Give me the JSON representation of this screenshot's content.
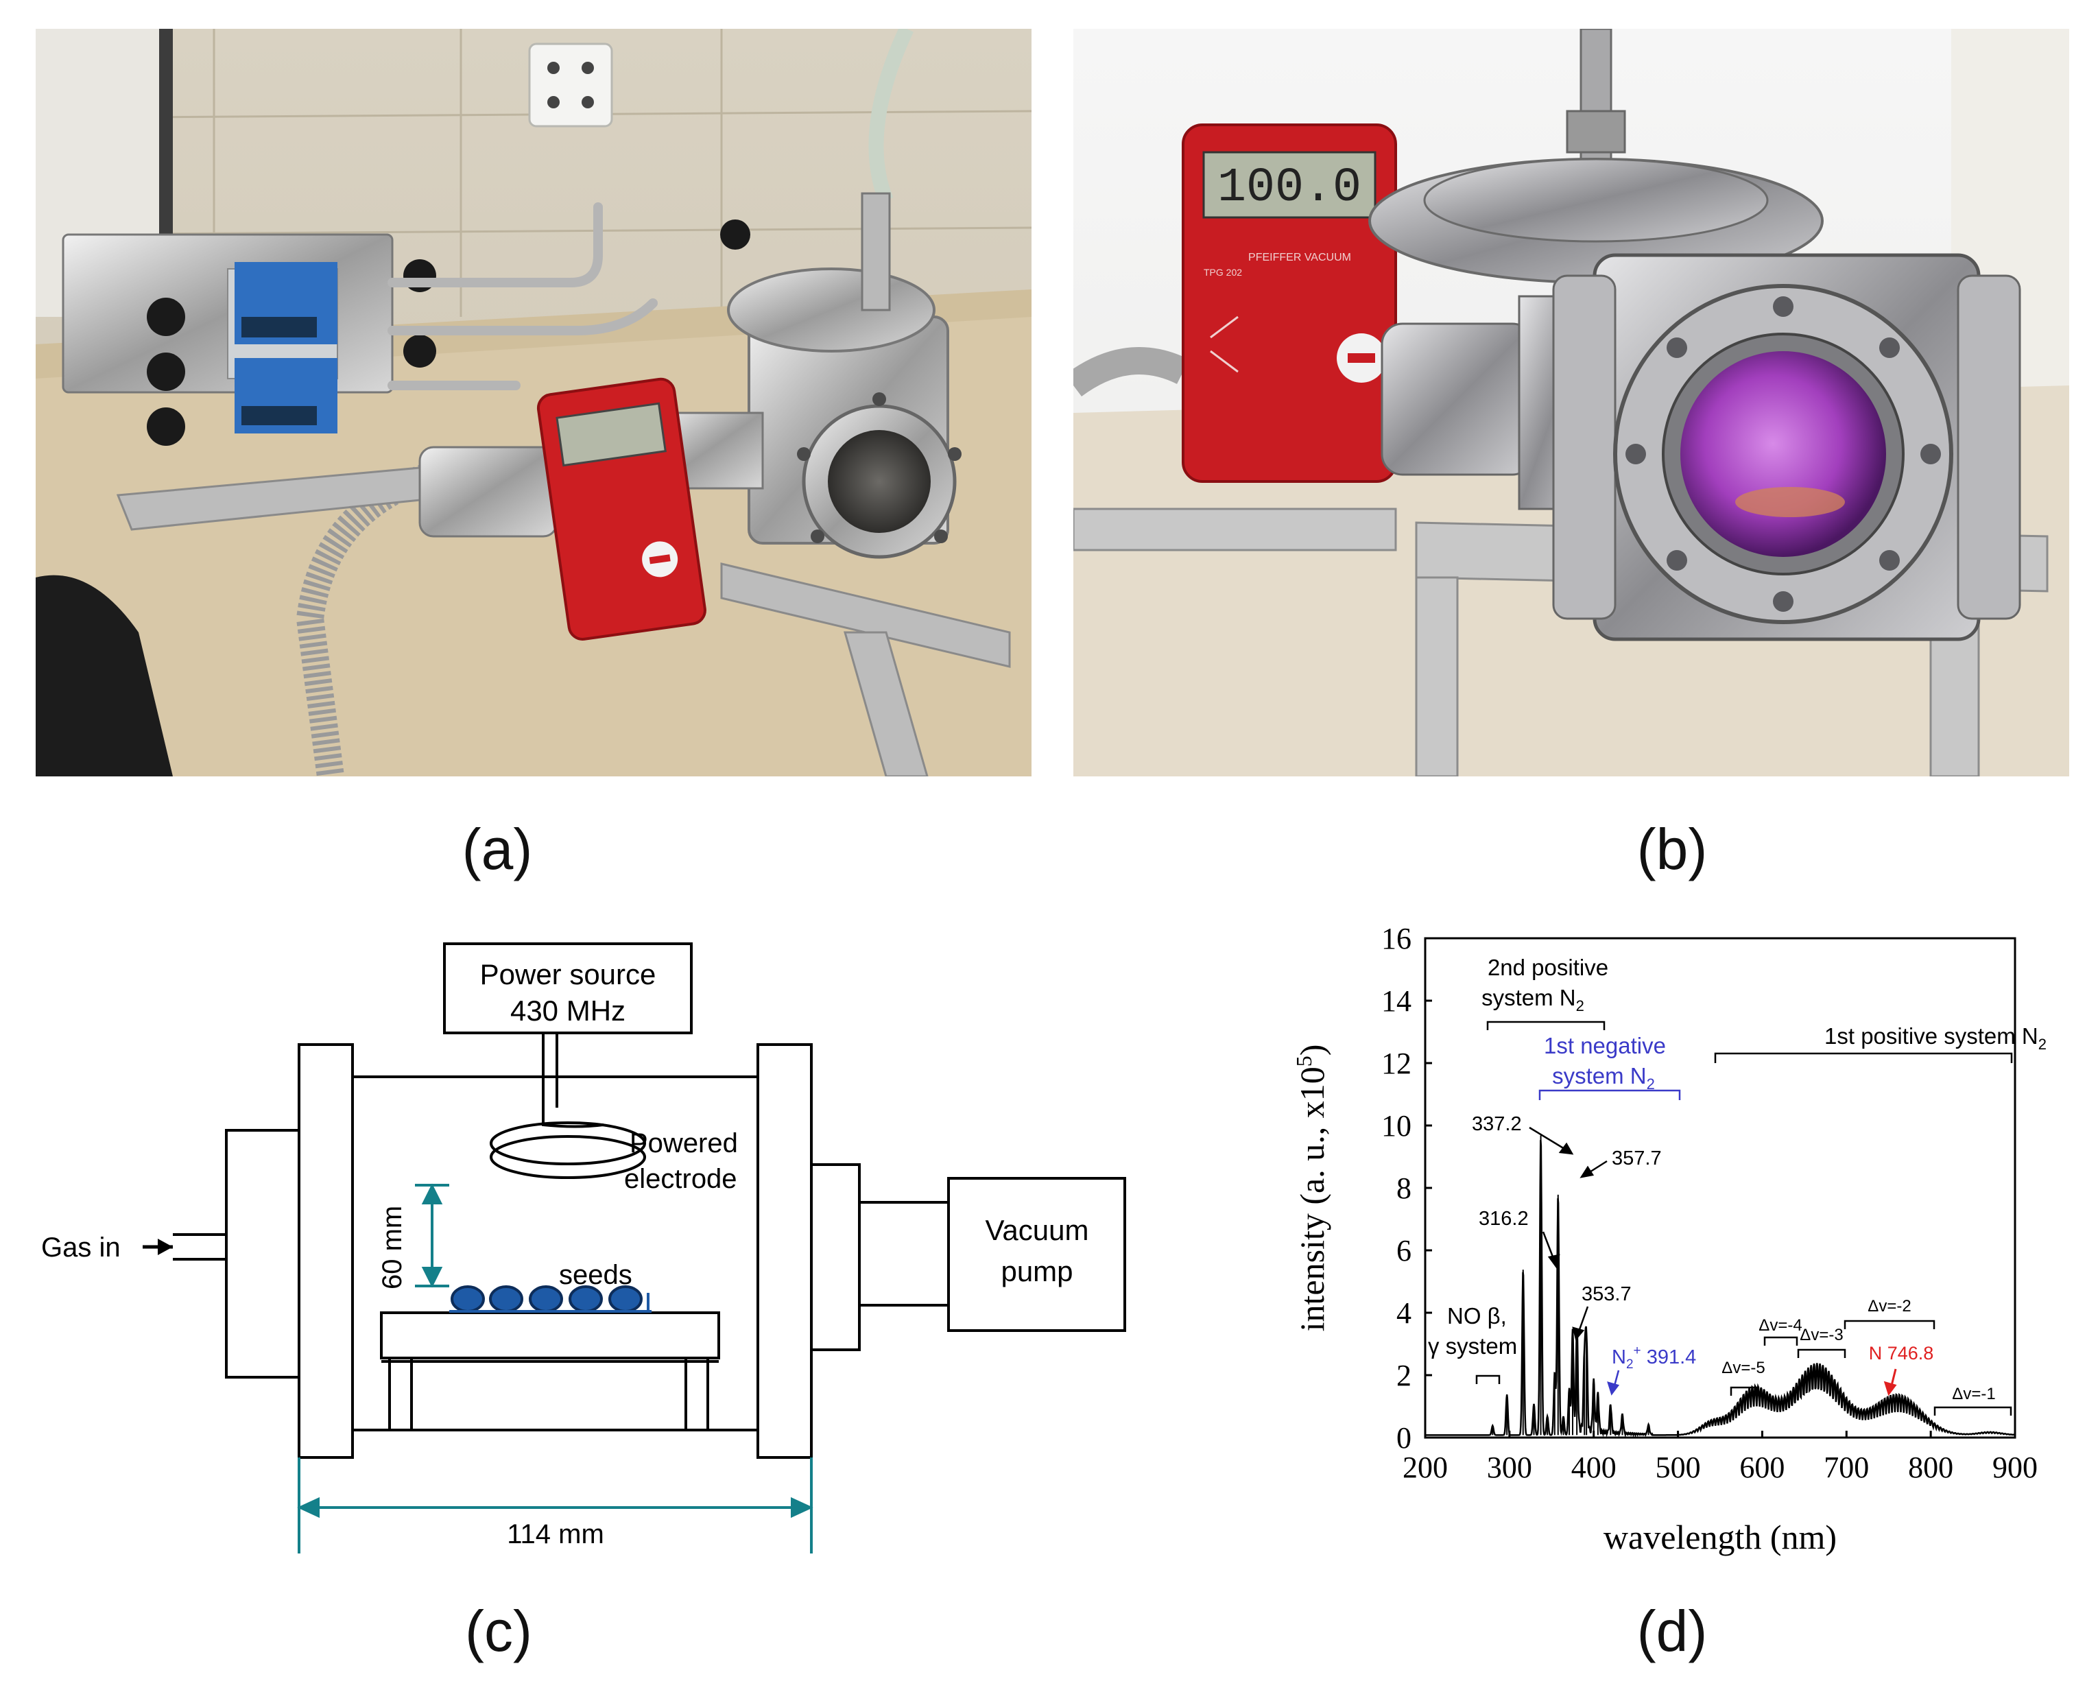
{
  "panels": {
    "a": {
      "label": "(a)"
    },
    "b": {
      "label": "(b)",
      "gauge_reading": "100.0",
      "gauge_brand": "PFEIFFER VACUUM",
      "gauge_model": "TPG 202"
    },
    "c": {
      "label": "(c)"
    },
    "d": {
      "label": "(d)"
    }
  },
  "schematic": {
    "power_source_line1": "Power source",
    "power_source_line2": "430 MHz",
    "electrode_line1": "Powered",
    "electrode_line2": "electrode",
    "gas_in": "Gas in",
    "vacuum_line1": "Vacuum",
    "vacuum_line2": "pump",
    "height": "60 mm",
    "seeds": "seeds",
    "width": "114 mm"
  },
  "chart_data": {
    "type": "line",
    "xlabel": "wavelength (nm)",
    "ylabel": "intensity (a. u., x10",
    "ylabel_sup": "5",
    "ylabel_end": ")",
    "xlim": [
      200,
      900
    ],
    "ylim": [
      0,
      16
    ],
    "xticks": [
      "200",
      "300",
      "400",
      "500",
      "600",
      "700",
      "800",
      "900"
    ],
    "yticks": [
      "0",
      "2",
      "4",
      "6",
      "8",
      "10",
      "12",
      "14",
      "16"
    ],
    "peaks": [
      {
        "x": 280,
        "y": 0.3
      },
      {
        "x": 297,
        "y": 1.3
      },
      {
        "x": 316.2,
        "y": 5.3
      },
      {
        "x": 329,
        "y": 1.0
      },
      {
        "x": 337.2,
        "y": 9.6
      },
      {
        "x": 345,
        "y": 0.6
      },
      {
        "x": 353.7,
        "y": 2.0
      },
      {
        "x": 357.7,
        "y": 7.7
      },
      {
        "x": 364,
        "y": 0.6
      },
      {
        "x": 371,
        "y": 1.5
      },
      {
        "x": 375,
        "y": 3.4
      },
      {
        "x": 380,
        "y": 3.3
      },
      {
        "x": 389,
        "y": 2.4
      },
      {
        "x": 391.4,
        "y": 3.0
      },
      {
        "x": 400,
        "y": 1.6
      },
      {
        "x": 405,
        "y": 1.2
      },
      {
        "x": 420,
        "y": 0.9
      },
      {
        "x": 434,
        "y": 0.6
      },
      {
        "x": 465,
        "y": 0.3
      }
    ],
    "bands": [
      {
        "x": 540,
        "y": 0.4,
        "w": 20
      },
      {
        "x": 590,
        "y": 1.5,
        "w": 30
      },
      {
        "x": 665,
        "y": 2.3,
        "w": 40
      },
      {
        "x": 760,
        "y": 1.3,
        "w": 40
      },
      {
        "x": 870,
        "y": 0.1,
        "w": 20
      }
    ],
    "annotations": {
      "p3162": "316.2",
      "p3372": "337.2",
      "p3577": "357.7",
      "p3537": "353.7",
      "second_positive_1": "2nd positive",
      "second_positive_2": "system N",
      "first_negative_1": "1st negative",
      "first_negative_2": "system N",
      "n2plus": "N",
      "n2plus_sup": "+",
      "n2plus_val": " 391.4",
      "no_1": "NO β,",
      "no_2": "γ system",
      "first_positive": "1st positive system N",
      "dv5": "Δv=-5",
      "dv4": "Δv=-4",
      "dv3": "Δv=-3",
      "dv2": "Δv=-2",
      "dv1": "Δv=-1",
      "n7468": "N 746.8",
      "sub2": "2"
    },
    "colors": {
      "blue": "#3a3ac8",
      "red": "#e02020",
      "line": "#000000"
    }
  }
}
